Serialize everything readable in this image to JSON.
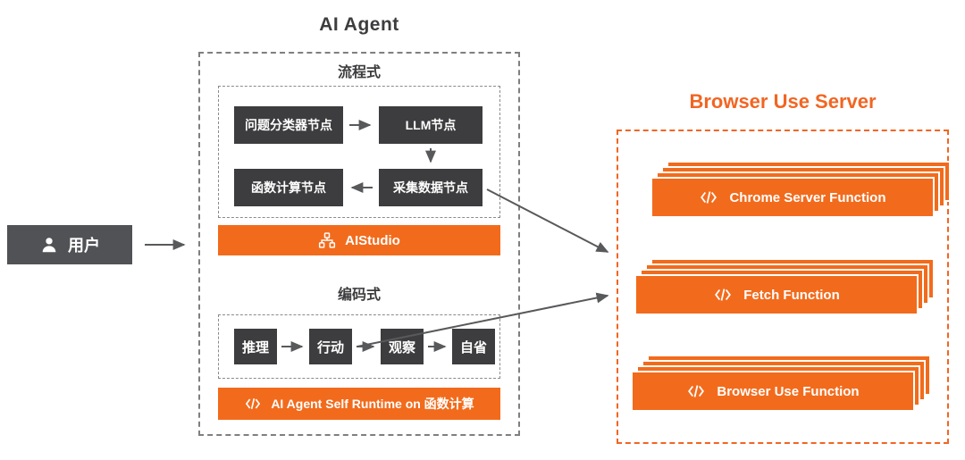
{
  "title": "AI Agent",
  "user": {
    "label": "用户"
  },
  "flow": {
    "section_label": "流程式",
    "nodes": {
      "classifier": "问题分类器节点",
      "llm": "LLM节点",
      "fc": "函数计算节点",
      "collect": "采集数据节点"
    },
    "platform": {
      "label": "AIStudio"
    }
  },
  "coding": {
    "section_label": "编码式",
    "steps": [
      "推理",
      "行动",
      "观察",
      "自省"
    ],
    "platform": {
      "label": "AI Agent Self Runtime on 函数计算"
    }
  },
  "server": {
    "title": "Browser Use Server",
    "functions": [
      "Chrome Server Function",
      "Fetch Function",
      "Browser Use Function"
    ]
  },
  "colors": {
    "accent_orange": "#F26B1C",
    "node_dark": "#3d3d3f",
    "arrow_gray": "#58595B"
  }
}
